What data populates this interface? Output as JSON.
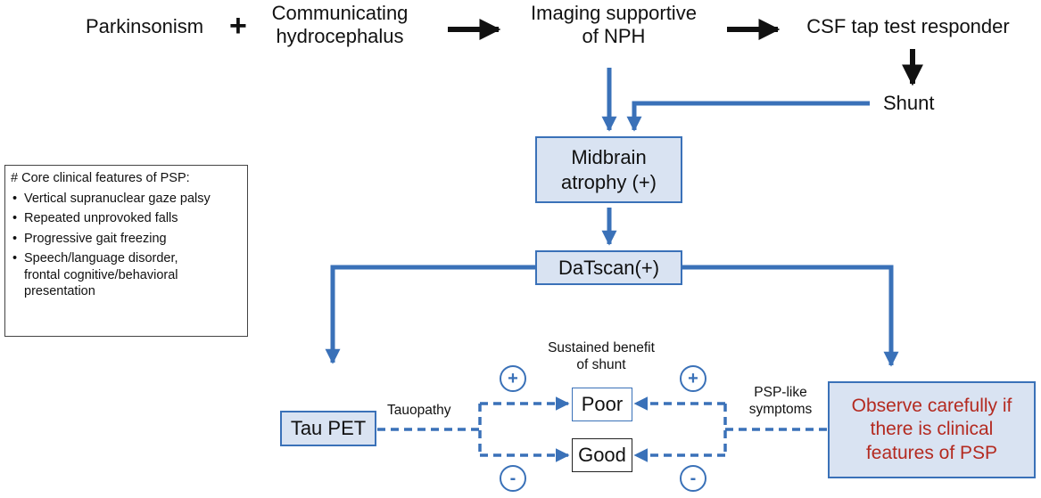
{
  "top_row": {
    "parkinsonism": "Parkinsonism",
    "plus_sign": "+",
    "communicating": "Communicating\nhydrocephalus",
    "imaging": "Imaging supportive\nof NPH",
    "csf": "CSF tap test responder",
    "shunt": "Shunt"
  },
  "boxes": {
    "midbrain": "Midbrain\natrophy (+)",
    "datscan": "DaTscan(+)",
    "tau_pet": "Tau PET",
    "poor": "Poor",
    "good": "Good",
    "observe": "Observe carefully if\nthere is clinical\nfeatures of PSP"
  },
  "labels": {
    "sustained": "Sustained benefit\nof shunt",
    "tauopathy": "Tauopathy",
    "psp_like": "PSP-like\nsymptoms",
    "plus": "+",
    "minus": "-"
  },
  "side_panel": {
    "title": "# Core clinical features of PSP:",
    "items": [
      "Vertical supranuclear gaze palsy",
      "Repeated unprovoked falls",
      "Progressive gait freezing",
      "Speech/language disorder,\nfrontal cognitive/behavioral\npresentation"
    ]
  },
  "colors": {
    "accent_blue": "#3a71b8",
    "box_fill": "#d9e3f2",
    "warning_red": "#b42a20",
    "black_arrow": "#111111"
  }
}
